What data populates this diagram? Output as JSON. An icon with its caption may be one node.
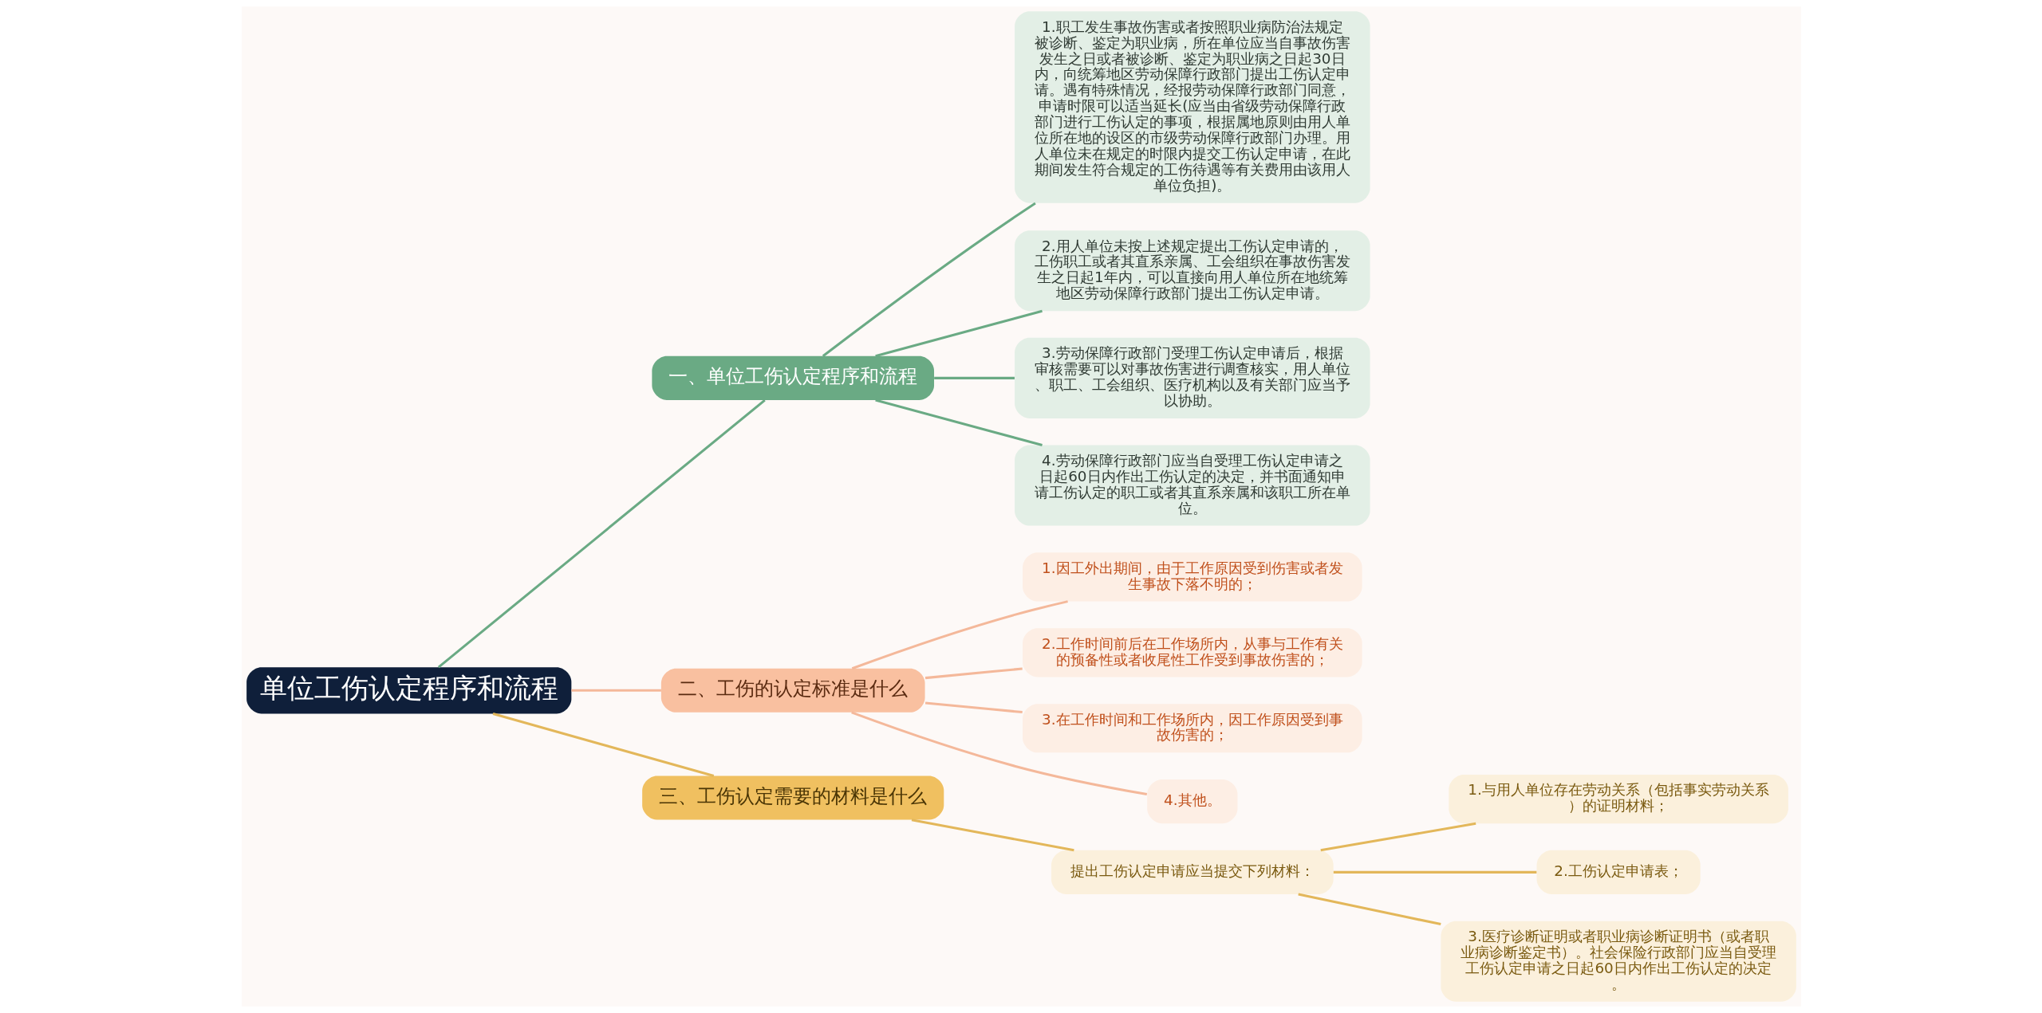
{
  "diagram": {
    "nodes": [
      {
        "text": [
          "单位工伤认定程序和流程"
        ]
      },
      {
        "text": [
          "一、单位工伤认定程序和流程"
        ]
      },
      {
        "text": [
          "1.职工发生事故伤害或者按照职业病防治法规定被诊断、鉴定为职业病，所在单位应当自事故伤害发生之日或者被诊断、鉴定为职业病之日起30日内，向统筹地区劳动保障行政部门提出工伤认定申请。遇有特殊情况，经报劳动保障行政部门同意，申请时限可以适当延长(应当由省级劳动保障行政部门进行工伤认定的事项，根据属地原则由用人单位所在地的设区的市级劳动保障行政部门办理。用人单位未在规定的时限内提交工伤认定申请，在此期间发生符合规定的工伤待遇等有关费用由该用人单位负担)。"
        ]
      },
      {
        "text": [
          "2.用人单位未按上述规定提出工伤认定申请的，工伤职工或者其直系亲属、工会组织在事故伤害发生之日起1年内，可以直接向用人单位所在地统筹地区劳动保障行政部门提出工伤认定申请。"
        ]
      },
      {
        "text": [
          "3.劳动保障行政部门受理工伤认定申请后，根据审核需要可以对事故伤害进行调查核实，用人单位、职工、工会组织、医疗机构以及有关部门应当予以协助。"
        ]
      },
      {
        "text": [
          "4.劳动保障行政部门应当自受理工伤认定申请之日起60日内作出工伤认定的决定，并书面通知申请工伤认定的职工或者其直系亲属和该职工所在单位。"
        ]
      },
      {
        "text": [
          "二、工伤的认定标准是什么"
        ]
      },
      {
        "text": [
          "1.因工外出期间，由于工作原因受到伤害或者发生事故下落不明的；"
        ]
      },
      {
        "text": [
          "2.工作时间前后在工作场所内，从事与工作有关的预备性或者收尾性工作受到事故伤害的；"
        ]
      },
      {
        "text": [
          "3.在工作时间和工作场所内，因工作原因受到事故伤害的；"
        ]
      },
      {
        "text": [
          "4.其他。"
        ]
      },
      {
        "text": [
          "三、工伤认定需要的材料是什么"
        ]
      },
      {
        "text": [
          "提出工伤认定申请应当提交下列材料："
        ]
      },
      {
        "text": [
          "1.与用人单位存在劳动关系（包括事实劳动关系）的证明材料；"
        ]
      },
      {
        "text": [
          "2.工伤认定申请表；"
        ]
      },
      {
        "text": [
          "3.医疗诊断证明或者职业病诊断证明书（或者职业病诊断鉴定书）。社会保险行政部门应当自受理工伤认定申请之日起60日内作出工伤认定的决定。"
        ]
      }
    ],
    "edges": [
      {
        "from": 0,
        "to": 1,
        "arrow": "none",
        "color": "#6aaa84"
      },
      {
        "from": 1,
        "to": 2,
        "arrow": "none",
        "color": "#6aaa84"
      },
      {
        "from": 1,
        "to": 3,
        "arrow": "none",
        "color": "#6aaa84"
      },
      {
        "from": 1,
        "to": 4,
        "arrow": "none",
        "color": "#6aaa84"
      },
      {
        "from": 1,
        "to": 5,
        "arrow": "none",
        "color": "#6aaa84"
      },
      {
        "from": 0,
        "to": 6,
        "arrow": "none",
        "color": "#f4b89a"
      },
      {
        "from": 6,
        "to": 7,
        "arrow": "none",
        "color": "#f4b89a"
      },
      {
        "from": 6,
        "to": 8,
        "arrow": "none",
        "color": "#f4b89a"
      },
      {
        "from": 6,
        "to": 9,
        "arrow": "none",
        "color": "#f4b89a"
      },
      {
        "from": 6,
        "to": 10,
        "arrow": "none",
        "color": "#f4b89a"
      },
      {
        "from": 0,
        "to": 11,
        "arrow": "none",
        "color": "#e3b75a"
      },
      {
        "from": 11,
        "to": 12,
        "arrow": "none",
        "color": "#e3b75a"
      },
      {
        "from": 12,
        "to": 13,
        "arrow": "none",
        "color": "#e3b75a"
      },
      {
        "from": 12,
        "to": 14,
        "arrow": "none",
        "color": "#e3b75a"
      },
      {
        "from": 12,
        "to": 15,
        "arrow": "none",
        "color": "#e3b75a"
      }
    ]
  }
}
